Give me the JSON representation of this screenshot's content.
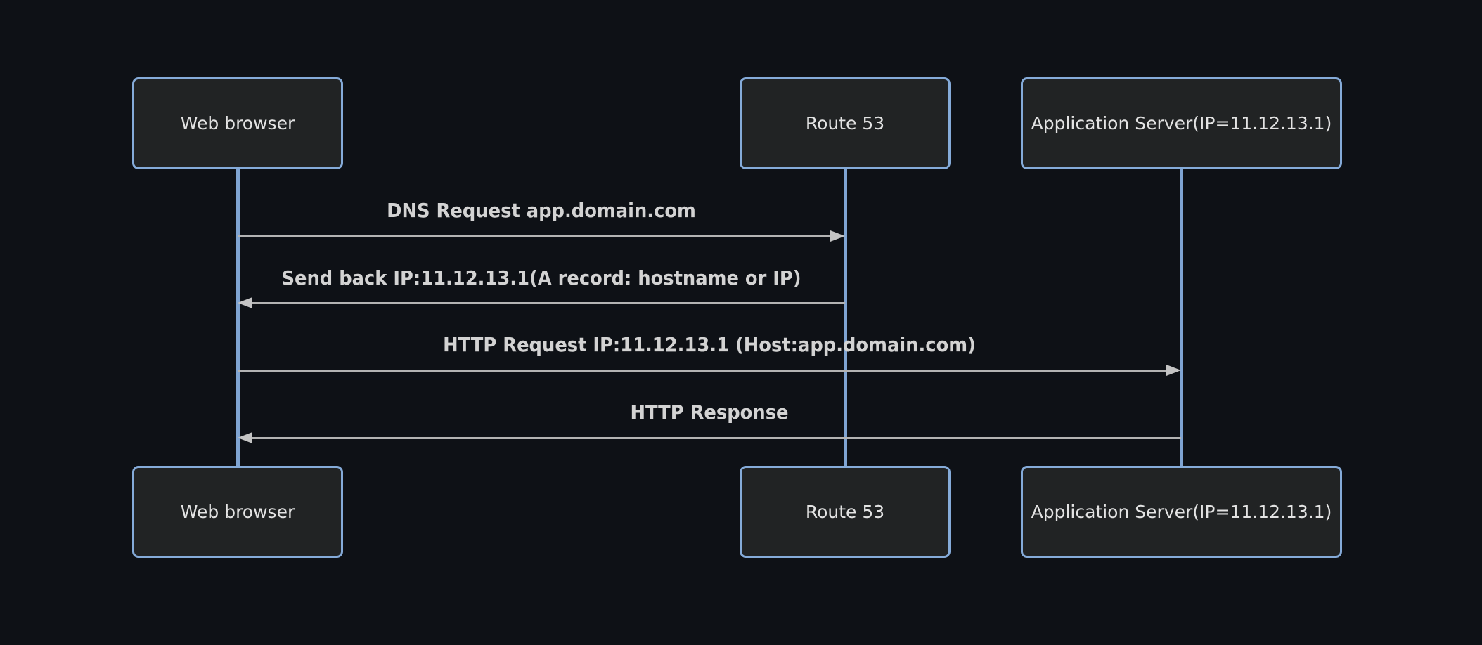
{
  "diagram": {
    "type": "sequence-diagram",
    "background_color": "#0e1116",
    "colors": {
      "actor_fill": "#212324",
      "actor_border": "#85abd9",
      "actor_text": "#e3e3e3",
      "lifeline": "#7fa4d2",
      "signal_line": "#b3b3b3",
      "signal_text": "#d3d3d3"
    },
    "actors": [
      {
        "label": "Web browser"
      },
      {
        "label": "Route 53"
      },
      {
        "label": "Application Server(IP=11.12.13.1)"
      }
    ],
    "messages": [
      {
        "from": "Web browser",
        "to": "Route 53",
        "direction": "right",
        "label": "DNS Request app.domain.com"
      },
      {
        "from": "Route 53",
        "to": "Web browser",
        "direction": "left",
        "label": "Send back IP:11.12.13.1(A record: hostname or IP)"
      },
      {
        "from": "Web browser",
        "to": "Application Server(IP=11.12.13.1)",
        "direction": "right",
        "label": "HTTP Request IP:11.12.13.1 (Host:app.domain.com)"
      },
      {
        "from": "Application Server(IP=11.12.13.1)",
        "to": "Web browser",
        "direction": "left",
        "label": "HTTP Response"
      }
    ]
  }
}
